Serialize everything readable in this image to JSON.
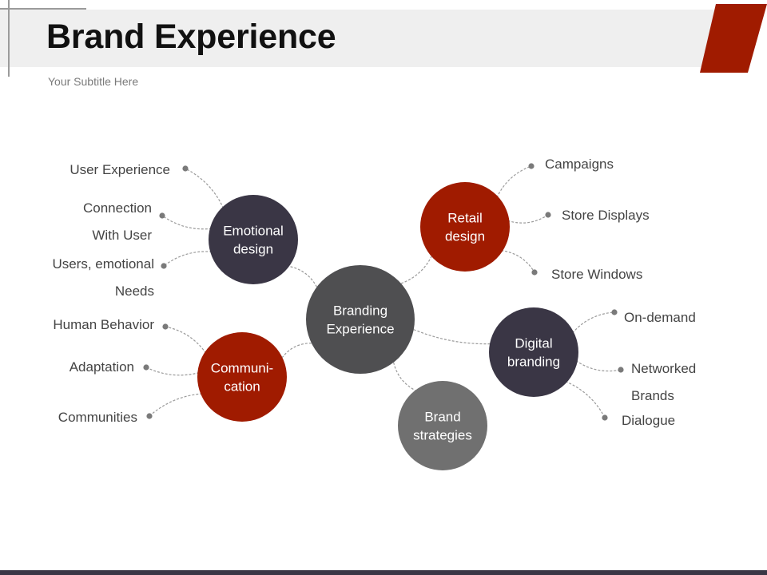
{
  "slide": {
    "title": "Brand Experience",
    "subtitle": "Your Subtitle Here"
  },
  "colors": {
    "accent_red": "#a01b00",
    "dark_navy": "#3a3645",
    "hub_gray": "#4f4f51",
    "mid_gray": "#707070",
    "leaf_text": "#444444",
    "connector": "#9a9a9a",
    "bottom_bar": "#3a3645"
  },
  "diagram": {
    "hub": {
      "lines": [
        "Branding",
        "Experience"
      ],
      "color": "hub_gray"
    },
    "nodes": [
      {
        "id": "emotional-design",
        "lines": [
          "Emotional",
          "design"
        ],
        "color": "dark_navy",
        "leaves": [
          {
            "lines": [
              "User Experience"
            ]
          },
          {
            "lines": [
              "Connection",
              "With User"
            ]
          },
          {
            "lines": [
              "Users, emotional",
              "Needs"
            ]
          }
        ]
      },
      {
        "id": "communication",
        "lines": [
          "Communi-",
          "cation"
        ],
        "color": "accent_red",
        "leaves": [
          {
            "lines": [
              "Human Behavior"
            ]
          },
          {
            "lines": [
              "Adaptation"
            ]
          },
          {
            "lines": [
              "Communities"
            ]
          }
        ]
      },
      {
        "id": "retail-design",
        "lines": [
          "Retail",
          "design"
        ],
        "color": "accent_red",
        "leaves": [
          {
            "lines": [
              "Campaigns"
            ]
          },
          {
            "lines": [
              "Store Displays"
            ]
          },
          {
            "lines": [
              "Store Windows"
            ]
          }
        ]
      },
      {
        "id": "digital-branding",
        "lines": [
          "Digital",
          "branding"
        ],
        "color": "dark_navy",
        "leaves": [
          {
            "lines": [
              "On-demand"
            ]
          },
          {
            "lines": [
              "Networked",
              "Brands"
            ]
          },
          {
            "lines": [
              "Dialogue"
            ]
          }
        ]
      },
      {
        "id": "brand-strategies",
        "lines": [
          "Brand",
          "strategies"
        ],
        "color": "mid_gray",
        "leaves": []
      }
    ]
  }
}
